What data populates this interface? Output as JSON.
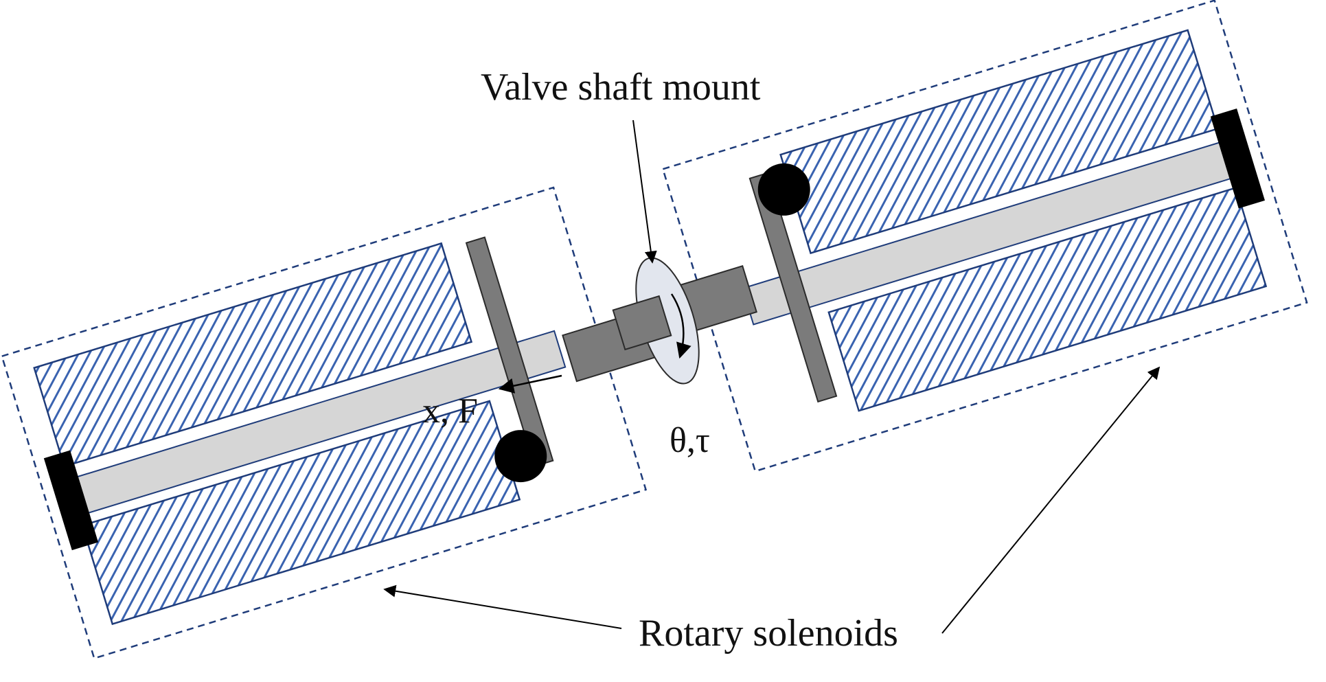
{
  "labels": {
    "valve_shaft_mount": "Valve shaft mount",
    "rotary_solenoids": "Rotary solenoids",
    "force": "x, F",
    "torque": "θ,τ"
  },
  "colors": {
    "coil_hatch": "#3a63b0",
    "coil_outline": "#1f3c7a",
    "plunger": "#d6d6d6",
    "arm": "#7b7b7b",
    "end_cap": "#000000",
    "ball": "#000000",
    "mount_disc": "#e2e6ee",
    "dashed_box": "#1f3c7a"
  },
  "icons": {
    "left_solenoid": "rotary-solenoid-icon",
    "right_solenoid": "rotary-solenoid-icon",
    "mount": "valve-shaft-mount-icon"
  }
}
